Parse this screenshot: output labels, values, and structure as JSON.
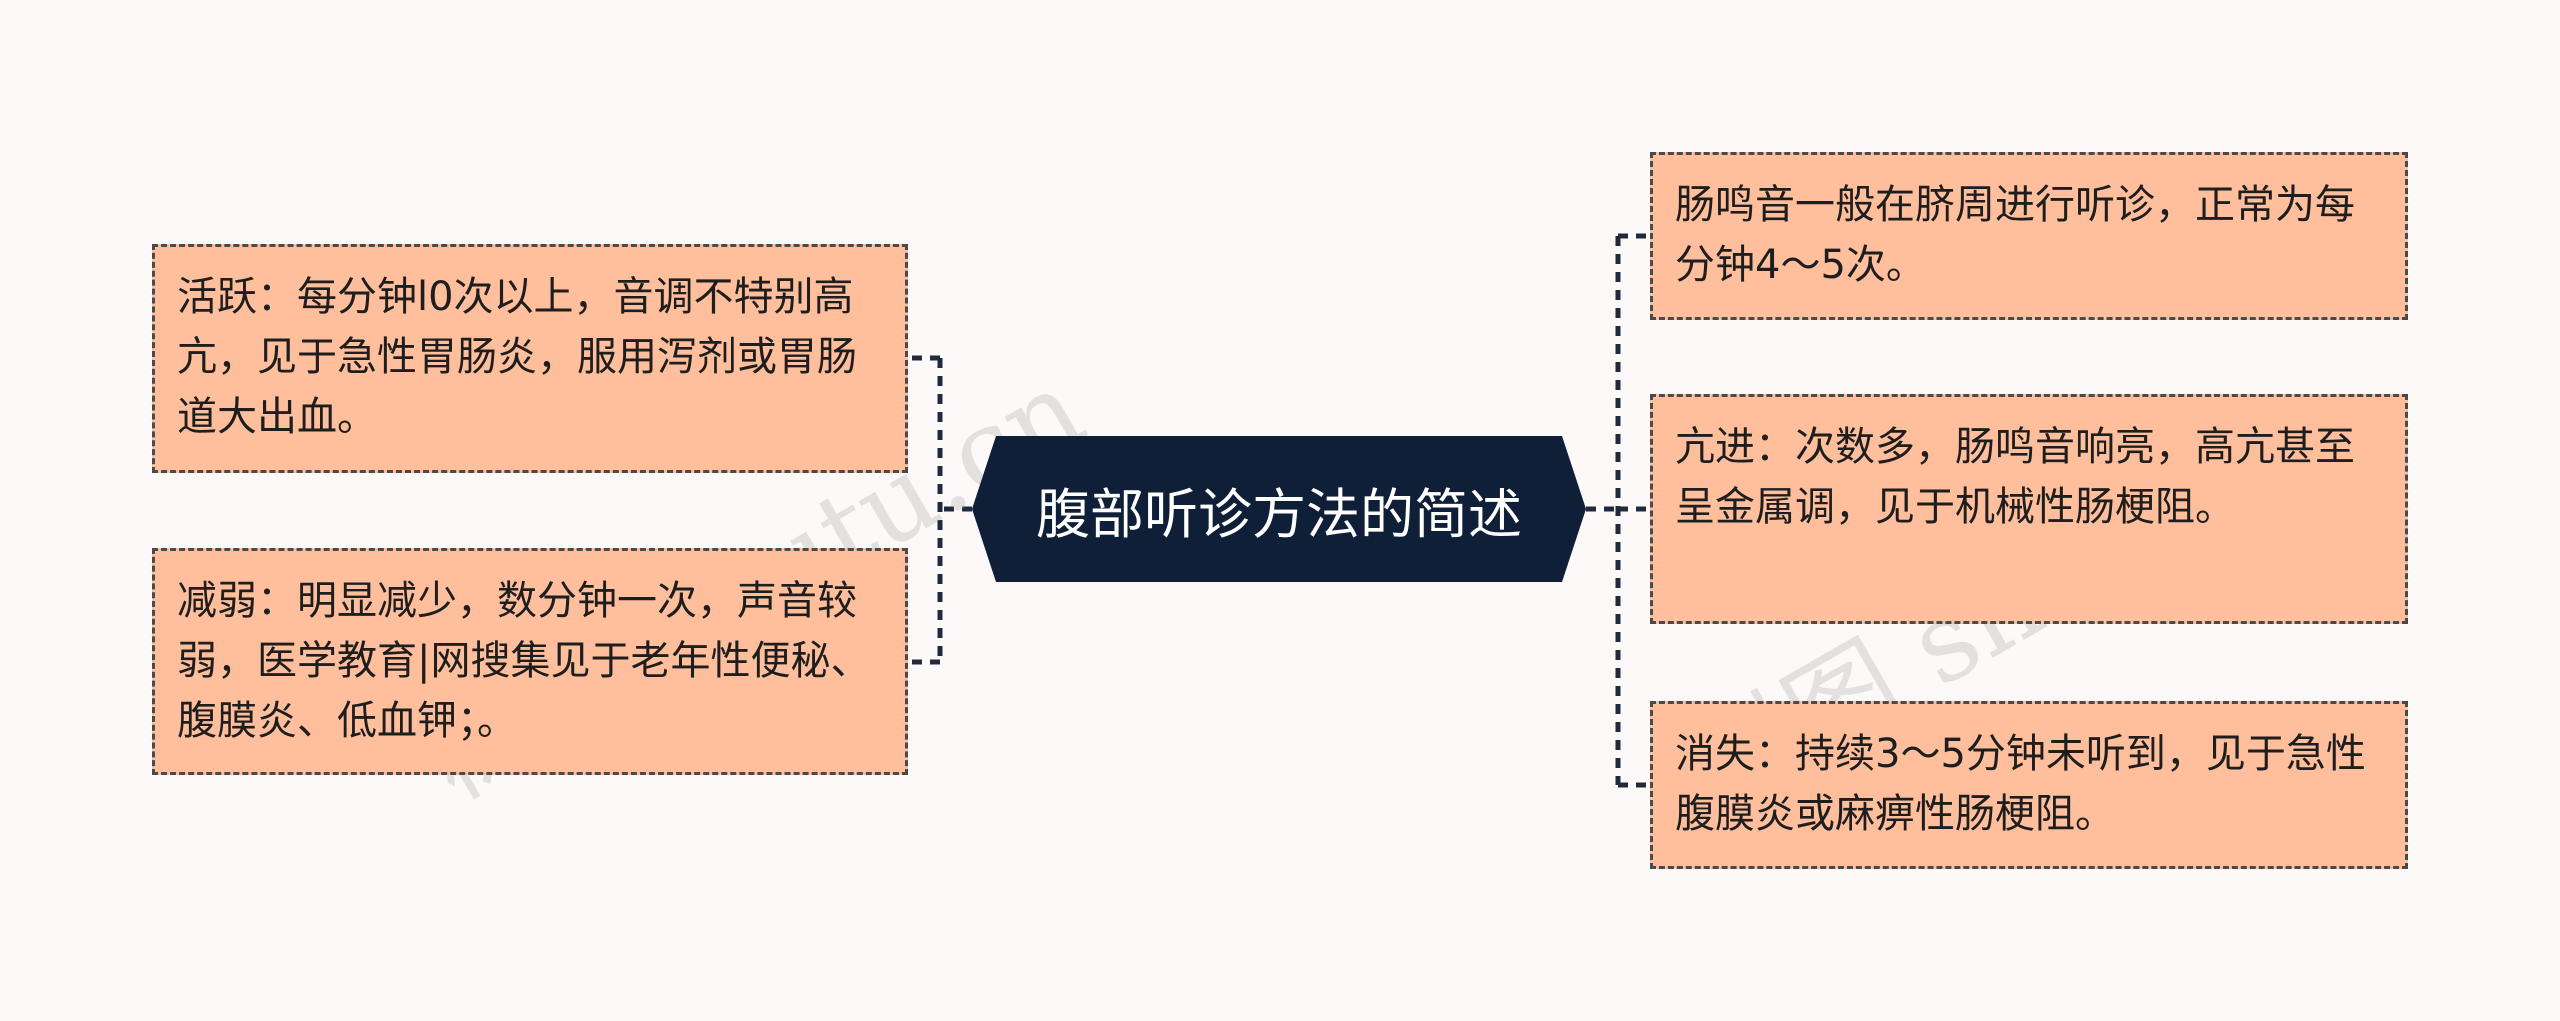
{
  "mindmap": {
    "center": "腹部听诊方法的简述",
    "left_nodes": [
      "活跃：每分钟l0次以上，音调不特别高亢，见于急性胃肠炎，服用泻剂或胃肠道大出血。",
      "减弱：明显减少，数分钟一次，声音较弱，医学教育|网搜集见于老年性便秘、腹膜炎、低血钾；。"
    ],
    "right_nodes": [
      "肠鸣音一般在脐周进行听诊，正常为每分钟4～5次。",
      "亢进：次数多，肠鸣音响亮，高亢甚至呈金属调，见于机械性肠梗阻。",
      "消失：持续3～5分钟未听到，见于急性腹膜炎或麻痹性肠梗阻。"
    ]
  },
  "watermarks": [
    "树图 shutu.cn",
    "树图 shutu.cn"
  ],
  "colors": {
    "background": "#fdf9f8",
    "center_fill": "#0f1f38",
    "node_fill": "#ffbe9c",
    "node_border": "#4a4a4a",
    "connector": "#1f2a3c"
  }
}
